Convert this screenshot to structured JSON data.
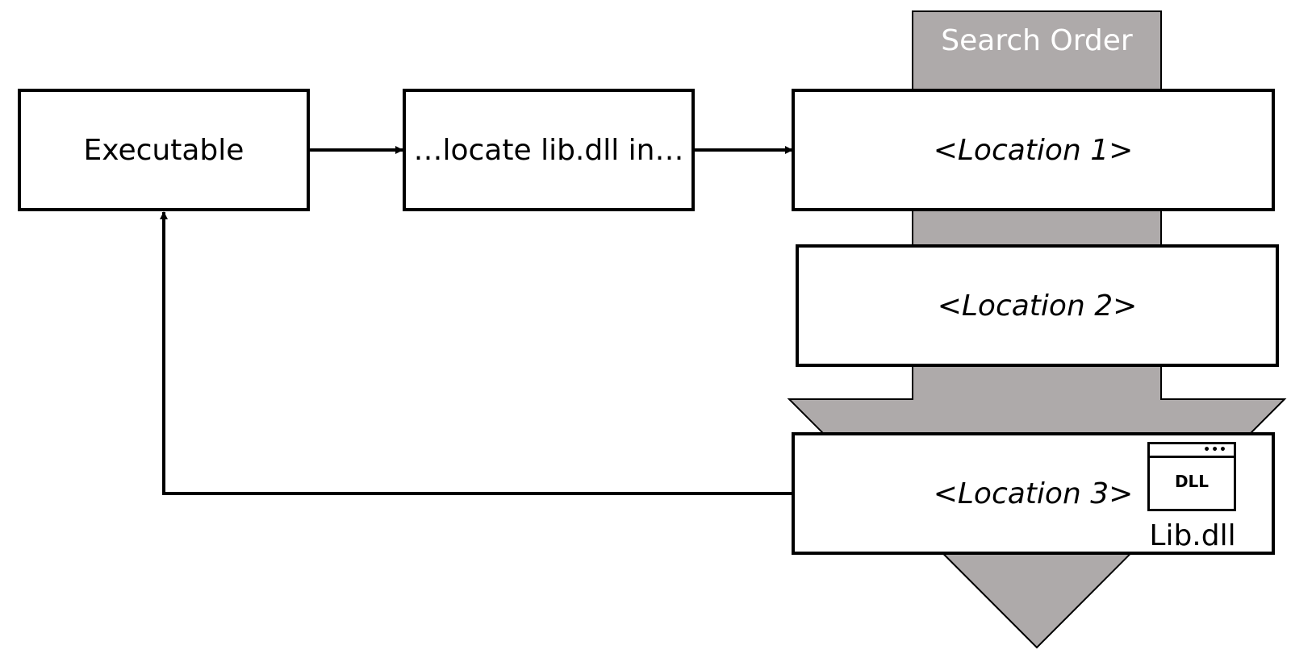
{
  "colors": {
    "band_fill": "#aeaaaa",
    "stroke": "#000000",
    "box_fill": "#ffffff",
    "band_title_color": "#ffffff"
  },
  "nodes": {
    "executable": "Executable",
    "locate": "…locate lib.dll in…",
    "location1": "<Location 1>",
    "location2": "<Location 2>",
    "location3": "<Location 3>"
  },
  "search_order": {
    "title": "Search Order"
  },
  "dll": {
    "icon_name": "dll-file-icon",
    "icon_text": "DLL",
    "icon_dots": "•••",
    "caption": "Lib.dll"
  },
  "edges": [
    {
      "from": "executable",
      "to": "locate"
    },
    {
      "from": "locate",
      "to": "location1"
    },
    {
      "from": "location3",
      "to": "executable"
    }
  ]
}
